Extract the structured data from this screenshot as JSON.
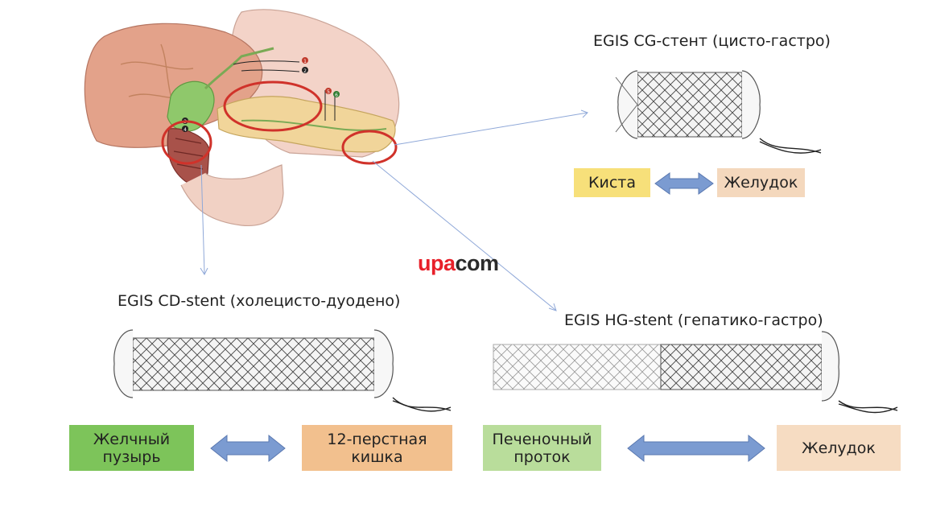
{
  "logo": {
    "part1": "upa",
    "part2": "com",
    "color1": "#e8202a",
    "color2": "#2b2b2b"
  },
  "cg": {
    "title": "EGIS CG-стент (цисто-гастро)",
    "left": "Киста",
    "right": "Желудок",
    "left_color": "#f7e07a",
    "right_color": "#f4d8bd"
  },
  "cd": {
    "title": "EGIS CD-stent (холецисто-дуодено)",
    "left": "Желчный пузырь",
    "right": "12-перстная кишка",
    "left_color": "#7dc45a",
    "right_color": "#f2c08e"
  },
  "hg": {
    "title": "EGIS HG-stent (гепатико-гастро)",
    "left": "Печеночный проток",
    "right": "Желудок",
    "left_color": "#b9dd9b",
    "right_color": "#f6dcc2"
  },
  "arrow_color": "#7b9bd1",
  "illustration": {
    "labels": [
      "1",
      "2",
      "3",
      "4",
      "5",
      "6"
    ]
  }
}
